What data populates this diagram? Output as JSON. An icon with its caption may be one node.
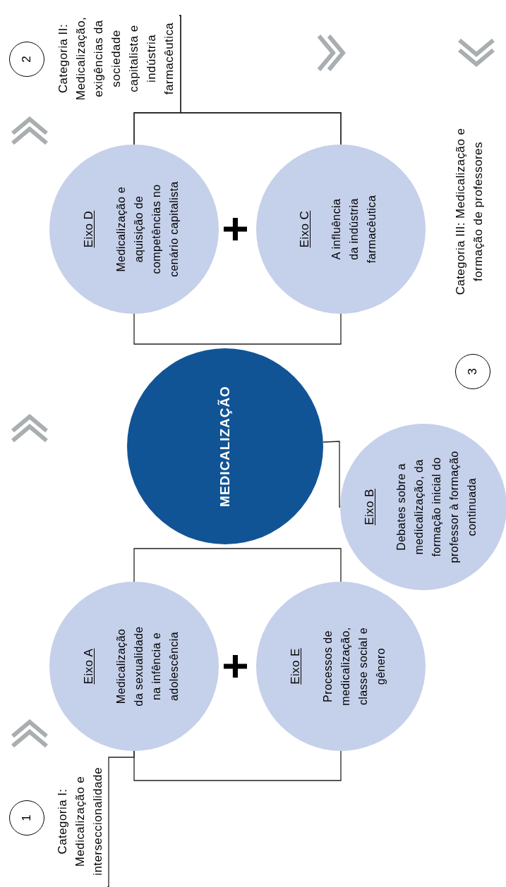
{
  "diagram": {
    "nodes": [
      {
        "text": [
          "1"
        ]
      },
      {
        "text": [
          "Categoria I: Medicalização e interseccionalidade"
        ]
      },
      {
        "text": [
          "2"
        ]
      },
      {
        "text": [
          "Categoria II: Medicalização, exigências da sociedade capitalista e indústria farmacêutica"
        ]
      },
      {
        "text": [
          "Eixo A",
          "Medicalização da sexualidade na infência e adolescência"
        ]
      },
      {
        "text": [
          "Eixo E",
          "Processos de medicalização, classe social e gênero"
        ]
      },
      {
        "text": [
          "MEDICALIZAÇÃO"
        ]
      },
      {
        "text": [
          "Eixo B",
          "Debates sobre a medicalização, da formação inicial do professor à formação continuada"
        ]
      },
      {
        "text": [
          "Eixo D",
          "Medicalização e aquisição de competências no cenário capitalista"
        ]
      },
      {
        "text": [
          "Eixo C",
          "A influência da indústria farmacêutica"
        ]
      },
      {
        "text": [
          "3"
        ]
      }
    ],
    "edges": [
      {
        "from": 3,
        "to": 8,
        "arrow": "none"
      },
      {
        "from": 3,
        "to": 9,
        "arrow": "none"
      },
      {
        "from": 8,
        "to": 9,
        "arrow": "none"
      },
      {
        "from": 8,
        "to": 9,
        "arrow": "none"
      },
      {
        "from": 6,
        "to": 7,
        "arrow": "none"
      },
      {
        "from": 4,
        "to": 5,
        "arrow": "none"
      },
      {
        "from": 4,
        "to": 5,
        "arrow": "none"
      },
      {
        "from": 1,
        "to": 4,
        "arrow": "none"
      }
    ],
    "labels": [
      "Categoria III: Medicalização e formação de professores",
      "+",
      "+"
    ]
  }
}
